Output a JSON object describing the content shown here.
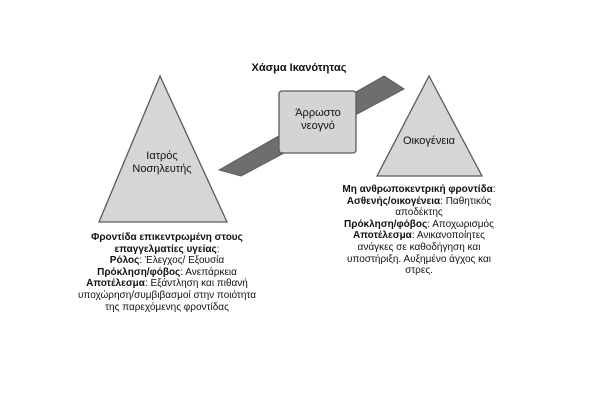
{
  "gap_title": "Χάσμα Ικανότητας",
  "center_box": {
    "lines": [
      "Άρρωστο",
      "νεογνό"
    ]
  },
  "left_triangle": {
    "lines": [
      "Ιατρός",
      "Νοσηλευτής"
    ]
  },
  "right_triangle": {
    "lines": [
      "Οικογένεια"
    ]
  },
  "left_caption": {
    "heading_lines": [
      "Φροντίδα επικεντρωμένη στους",
      "επαγγελματίες υγείας"
    ],
    "heading_suffix": ":",
    "role_key": "Ρόλος",
    "role_value": ": Έλεγχος/ Εξουσία",
    "challenge_key": "Πρόκληση/φόβος",
    "challenge_value": ": Ανεπάρκεια",
    "result_key": "Αποτέλεσμα",
    "result_value_lines": [
      ": Εξάντληση και πιθανή",
      "υποχώρηση/συμβιβασμοί στην ποιότητα",
      "της παρεχόμενης φροντίδας"
    ]
  },
  "right_caption": {
    "heading": "Μη ανθρωποκεντρική φροντίδα",
    "heading_suffix": ":",
    "patient_key": "Ασθενής/οικογένεια",
    "patient_value_lines": [
      ": Παθητικός",
      "αποδέκτης"
    ],
    "challenge_key": "Πρόκληση/φόβος",
    "challenge_value": ": Αποχωρισμός",
    "result_key": "Αποτέλεσμα",
    "result_value_lines": [
      ": Ανικανοποίητες",
      "ανάγκες σε καθοδήγηση και",
      "υποστήριξη. Αυξημένο άγχος και",
      "στρες."
    ]
  },
  "colors": {
    "triangle_fill": "#d6d6d6",
    "band_fill": "#6e6e6e",
    "box_fill": "#d4d4d4",
    "stroke": "#5a5a5a"
  }
}
